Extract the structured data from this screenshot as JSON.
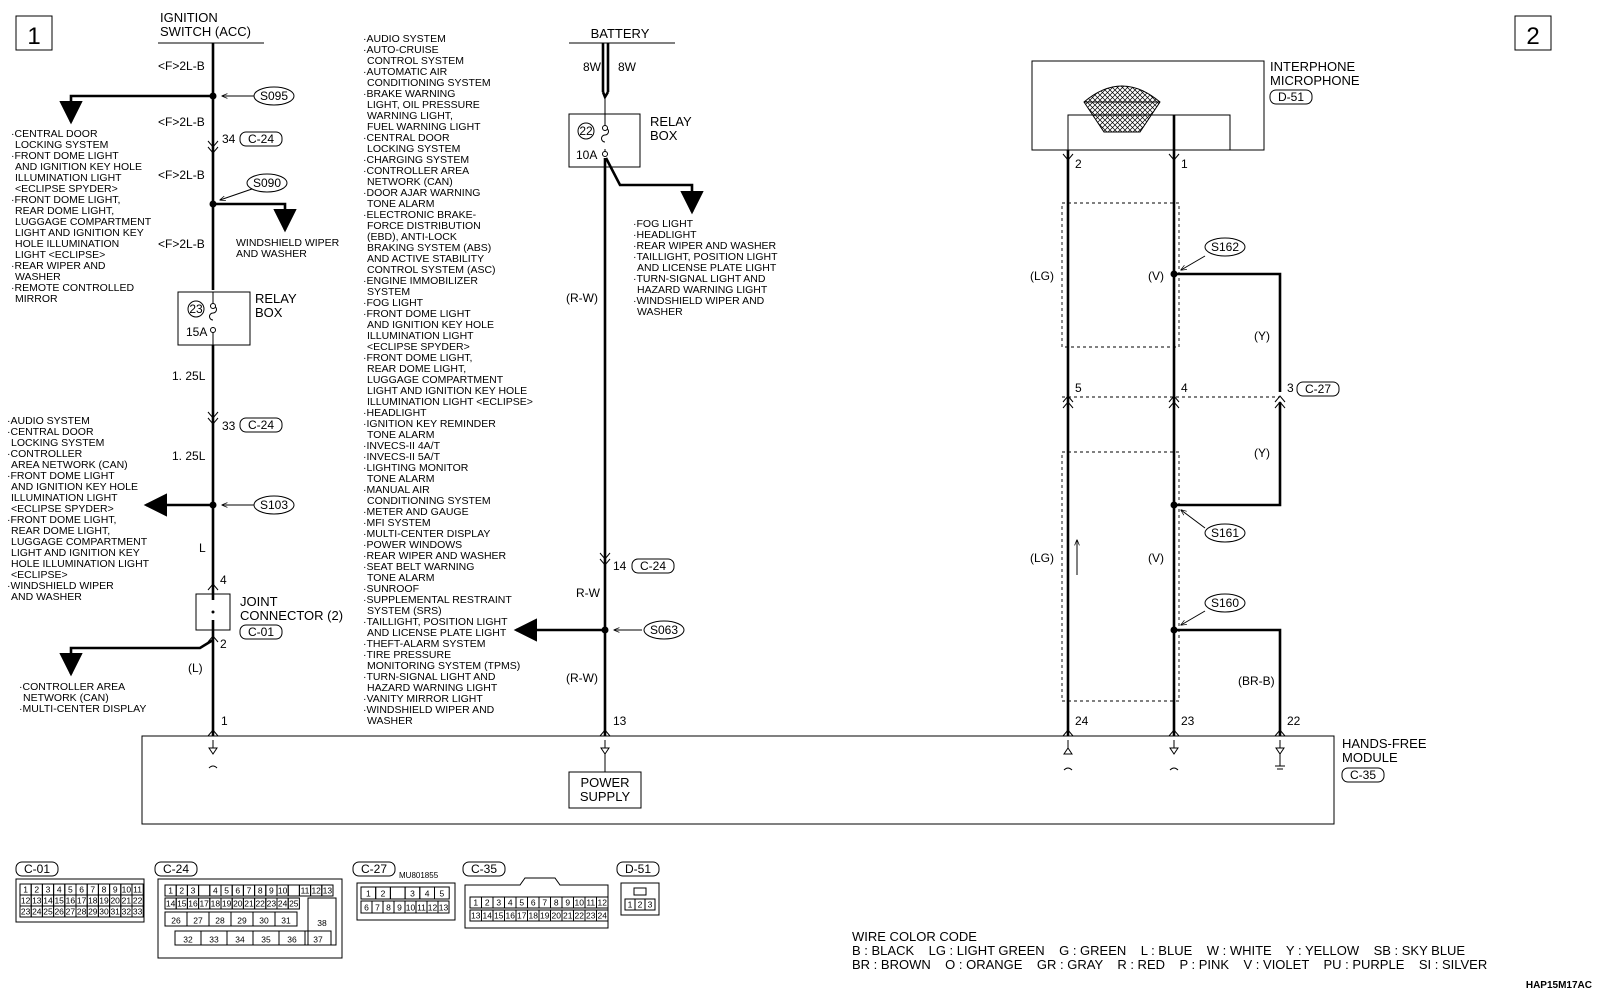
{
  "sheets": {
    "left": "1",
    "right": "2"
  },
  "ignition": {
    "title1": "IGNITION",
    "title2": "SWITCH (ACC)",
    "wire_a": "<F>2L-B",
    "wire_b": "<F>2L-B",
    "wire_c": "<F>2L-B",
    "wire_d": "<F>2L-B",
    "pin34": "34",
    "pin33": "33",
    "size1": "1. 25L",
    "size2": "1. 25L",
    "wire_l": "L",
    "wire_l2": "(L)",
    "pin4": "4",
    "pin2": "2",
    "pin1": "1"
  },
  "splices": {
    "s095": "S095",
    "s090": "S090",
    "s103": "S103",
    "s063": "S063",
    "s162": "S162",
    "s161": "S161",
    "s160": "S160"
  },
  "connectors": {
    "c24": "C-24",
    "c01": "C-01",
    "c27": "C-27",
    "c35": "C-35",
    "d51": "D-51"
  },
  "relay_box_1": {
    "label1": "RELAY",
    "label2": "BOX",
    "fuse": "23",
    "amp": "15A"
  },
  "relay_box_2": {
    "label1": "RELAY",
    "label2": "BOX",
    "fuse": "22",
    "amp": "10A"
  },
  "joint": {
    "label1": "JOINT",
    "label2": "CONNECTOR (2)"
  },
  "list_s095": [
    "·CENTRAL DOOR",
    "LOCKING SYSTEM",
    "·FRONT DOME LIGHT",
    "AND IGNITION KEY HOLE",
    "ILLUMINATION LIGHT",
    "<ECLIPSE SPYDER>",
    "·FRONT DOME LIGHT,",
    "REAR DOME LIGHT,",
    "LUGGAGE COMPARTMENT",
    "LIGHT AND IGNITION KEY",
    "HOLE ILLUMINATION",
    "LIGHT <ECLIPSE>",
    "·REAR WIPER AND",
    "WASHER",
    "·REMOTE CONTROLLED",
    "MIRROR"
  ],
  "list_s090": [
    "WINDSHIELD WIPER",
    "AND WASHER"
  ],
  "list_s103": [
    "·AUDIO SYSTEM",
    "·CENTRAL DOOR",
    "LOCKING SYSTEM",
    "·CONTROLLER",
    "AREA NETWORK (CAN)",
    "·FRONT DOME LIGHT",
    "AND IGNITION KEY HOLE",
    "ILLUMINATION LIGHT",
    "<ECLIPSE SPYDER>",
    "·FRONT DOME LIGHT,",
    "REAR DOME LIGHT,",
    "LUGGAGE COMPARTMENT",
    "LIGHT AND IGNITION KEY",
    "HOLE ILLUMINATION LIGHT",
    "<ECLIPSE>",
    "·WINDSHIELD WIPER",
    "AND WASHER"
  ],
  "list_joint": [
    "·CONTROLLER AREA",
    "NETWORK (CAN)",
    "·MULTI-CENTER DISPLAY"
  ],
  "list_s063": [
    "·AUDIO SYSTEM",
    "·AUTO-CRUISE",
    "CONTROL SYSTEM",
    "·AUTOMATIC AIR",
    "CONDITIONING SYSTEM",
    "·BRAKE WARNING",
    "LIGHT, OIL PRESSURE",
    "WARNING LIGHT,",
    "FUEL WARNING LIGHT",
    "·CENTRAL DOOR",
    "LOCKING SYSTEM",
    "·CHARGING SYSTEM",
    "·CONTROLLER AREA",
    "NETWORK (CAN)",
    "·DOOR AJAR WARNING",
    "TONE ALARM",
    "·ELECTRONIC BRAKE-",
    "FORCE DISTRIBUTION",
    "(EBD), ANTI-LOCK",
    "BRAKING SYSTEM (ABS)",
    "AND ACTIVE STABILITY",
    "CONTROL SYSTEM (ASC)",
    "·ENGINE IMMOBILIZER",
    "SYSTEM",
    "·FOG LIGHT",
    "·FRONT DOME LIGHT",
    "AND IGNITION KEY HOLE",
    "ILLUMINATION LIGHT",
    "<ECLIPSE SPYDER>",
    "·FRONT DOME LIGHT,",
    "REAR DOME LIGHT,",
    "LUGGAGE COMPARTMENT",
    "LIGHT AND IGNITION KEY HOLE",
    "ILLUMINATION LIGHT <ECLIPSE>",
    "·HEADLIGHT",
    "·IGNITION KEY REMINDER",
    "TONE ALARM",
    "·INVECS-II 4A/T",
    "·INVECS-II 5A/T",
    "·LIGHTING MONITOR",
    "TONE ALARM",
    "·MANUAL AIR",
    "CONDITIONING SYSTEM",
    "·METER AND GAUGE",
    "·MFI SYSTEM",
    "·MULTI-CENTER DISPLAY",
    "·POWER WINDOWS",
    "·REAR WIPER AND WASHER",
    "·SEAT BELT WARNING",
    "TONE ALARM",
    "·SUNROOF",
    "·SUPPLEMENTAL RESTRAINT",
    "SYSTEM (SRS)",
    "·TAILLIGHT, POSITION LIGHT",
    "AND LICENSE PLATE LIGHT",
    "·THEFT-ALARM SYSTEM",
    "·TIRE PRESSURE",
    "MONITORING SYSTEM (TPMS)",
    "·TURN-SIGNAL LIGHT AND",
    "HAZARD WARNING LIGHT",
    "·VANITY MIRROR LIGHT",
    "·WINDSHIELD WIPER AND",
    "WASHER"
  ],
  "battery": {
    "title": "BATTERY",
    "w1": "8W",
    "w2": "8W",
    "rw1": "(R-W)",
    "rw2": "R-W",
    "rw3": "(R-W)",
    "pin14": "14",
    "pin13": "13"
  },
  "list_relay2": [
    "·FOG LIGHT",
    "·HEADLIGHT",
    "·REAR WIPER AND WASHER",
    "·TAILLIGHT, POSITION LIGHT",
    "AND LICENSE PLATE LIGHT",
    "·TURN-SIGNAL LIGHT AND",
    "HAZARD WARNING LIGHT",
    "·WINDSHIELD WIPER AND",
    "WASHER"
  ],
  "microphone": {
    "title1": "INTERPHONE",
    "title2": "MICROPHONE"
  },
  "right_circuit": {
    "pin2": "2",
    "pin1": "1",
    "pin5": "5",
    "pin4": "4",
    "pin3": "3",
    "pin24": "24",
    "pin23": "23",
    "pin22": "22",
    "lg1": "(LG)",
    "lg2": "(LG)",
    "v1": "(V)",
    "v2": "(V)",
    "y1": "(Y)",
    "y2": "(Y)",
    "brb": "(BR-B)"
  },
  "module": {
    "title1": "HANDS-FREE",
    "title2": "MODULE",
    "power1": "POWER",
    "power2": "SUPPLY"
  },
  "connector_views": {
    "c01_label": "C-01",
    "c24_label": "C-24",
    "c27_label": "C-27",
    "c35_label": "C-35",
    "d51_label": "D-51",
    "c27_part": "MU801855",
    "c01_rows": [
      [
        "1",
        "2",
        "3",
        "4",
        "5",
        "6",
        "7",
        "8",
        "9",
        "10",
        "11"
      ],
      [
        "12",
        "13",
        "14",
        "15",
        "16",
        "17",
        "18",
        "19",
        "20",
        "21",
        "22"
      ],
      [
        "23",
        "24",
        "25",
        "26",
        "27",
        "28",
        "29",
        "30",
        "31",
        "32",
        "33"
      ]
    ],
    "c24_row1": [
      "1",
      "2",
      "3",
      "",
      "4",
      "5",
      "6",
      "7",
      "8",
      "9",
      "10",
      "",
      "11",
      "12",
      "13"
    ],
    "c24_row2": [
      "14",
      "15",
      "16",
      "17",
      "18",
      "19",
      "20",
      "21",
      "22",
      "23",
      "24",
      "25"
    ],
    "c24_row3a": [
      "26",
      "27",
      "28",
      "29",
      "30",
      "31"
    ],
    "c24_row4": [
      "32",
      "33",
      "34",
      "35",
      "36",
      "37"
    ],
    "c24_big": "38",
    "c27_row1": [
      "1",
      "2",
      "",
      "3",
      "4",
      "5"
    ],
    "c27_row2": [
      "6",
      "7",
      "8",
      "9",
      "10",
      "11",
      "12",
      "13"
    ],
    "c35_row1": [
      "1",
      "2",
      "3",
      "4",
      "5",
      "6",
      "7",
      "8",
      "9",
      "10",
      "11",
      "12"
    ],
    "c35_row2": [
      "13",
      "14",
      "15",
      "16",
      "17",
      "18",
      "19",
      "20",
      "21",
      "22",
      "23",
      "24"
    ],
    "d51_row1": [
      "1",
      "2",
      "3"
    ]
  },
  "color_code": {
    "title": "WIRE COLOR CODE",
    "line1": "B : BLACK    LG : LIGHT GREEN    G : GREEN    L : BLUE    W : WHITE    Y : YELLOW    SB : SKY BLUE",
    "line2": "BR : BROWN    O : ORANGE    GR : GRAY    R : RED    P : PINK    V : VIOLET    PU : PURPLE    SI : SILVER"
  },
  "figure_code": "HAP15M17AC"
}
